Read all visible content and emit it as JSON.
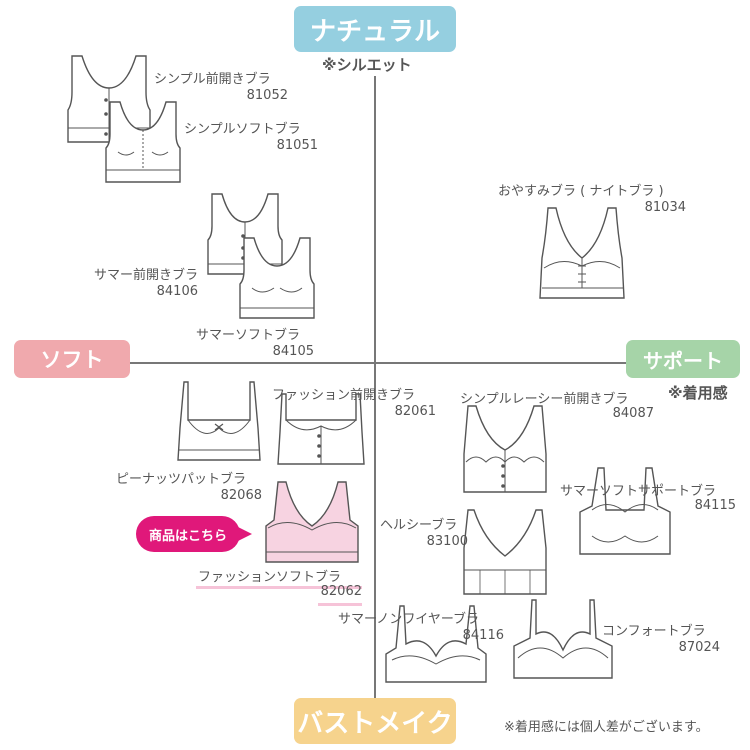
{
  "axes": {
    "top_label": "ナチュラル",
    "top_note": "※シルエット",
    "left_label": "ソフト",
    "right_label": "サポート",
    "right_note": "※着用感",
    "bottom_label": "バストメイク"
  },
  "products": [
    {
      "name": "シンプル前開きブラ",
      "code": "81052"
    },
    {
      "name": "シンプルソフトブラ",
      "code": "81051"
    },
    {
      "name": "おやすみブラ ( ナイトブラ )",
      "code": "81034"
    },
    {
      "name": "サマー前開きブラ",
      "code": "84106"
    },
    {
      "name": "サマーソフトブラ",
      "code": "84105"
    },
    {
      "name": "ファッション前開きブラ",
      "code": "82061"
    },
    {
      "name": "シンプルレーシー前開きブラ",
      "code": "84087"
    },
    {
      "name": "ピーナッツパットブラ",
      "code": "82068"
    },
    {
      "name": "サマーソフトサポートブラ",
      "code": "84115"
    },
    {
      "name": "ヘルシーブラ",
      "code": "83100"
    },
    {
      "name": "ファッションソフトブラ",
      "code": "82062"
    },
    {
      "name": "サマーノンワイヤーブラ",
      "code": "84116"
    },
    {
      "name": "コンフォートブラ",
      "code": "87024"
    }
  ],
  "callout": "商品はこちら",
  "footnote": "※着用感には個人差がございます。",
  "colors": {
    "top": "#95cfe0",
    "left": "#f0a9ad",
    "right": "#a6d4a8",
    "bottom": "#f6d38d",
    "callout": "#e0187a",
    "highlight_fill": "#f7d3e1"
  }
}
